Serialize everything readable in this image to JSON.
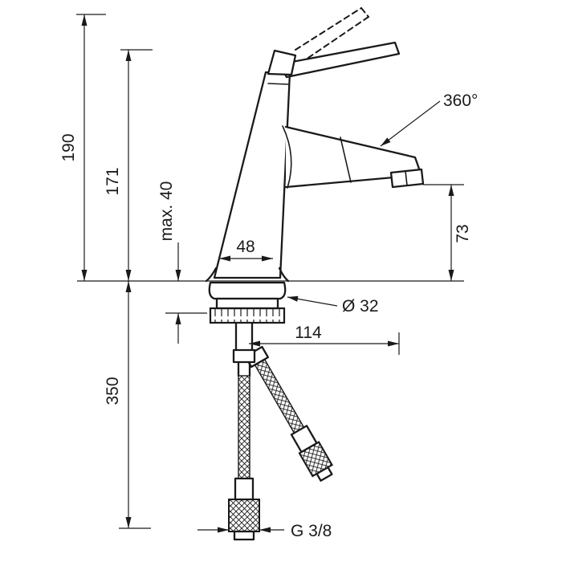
{
  "colors": {
    "line": "#1a1a1a",
    "background": "#ffffff"
  },
  "drawing": {
    "dim_total_height": "190",
    "dim_body_height": "171",
    "dim_max_deck": "max. 40",
    "dim_base_width": "48",
    "dim_outlet_height": "73",
    "label_swivel": "360°",
    "dim_hole_diameter": "Ø 32",
    "dim_spout_reach": "114",
    "dim_hose_length": "350",
    "label_thread": "G 3/8"
  }
}
